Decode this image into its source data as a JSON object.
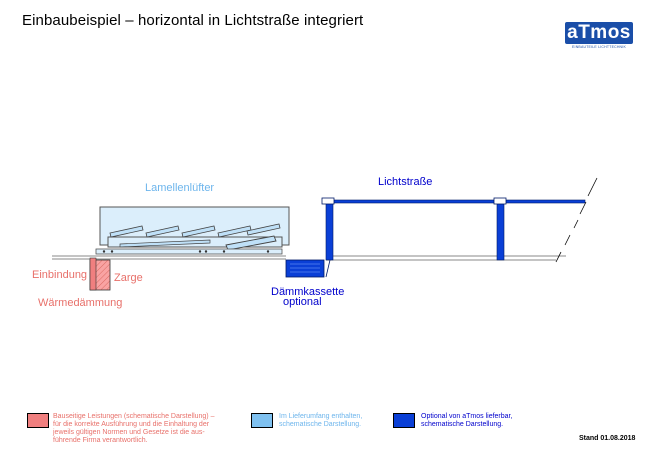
{
  "title": "Einbaubeispiel – horizontal in Lichtstraße integriert",
  "logo": {
    "word": "aTmos",
    "tagline": "EINBAUTEILE LICHTTECHNIK"
  },
  "labels": {
    "lamellenluefter": "Lamellenlüfter",
    "lichtstrasse": "Lichtstraße",
    "daemmkassette_line1": "Dämmkassette",
    "daemmkassette_line2": "optional",
    "einbindung": "Einbindung",
    "zarge": "Zarge",
    "waermedaemmung": "Wärmedämmung"
  },
  "legend": [
    {
      "line1": "Bauseitige Leistungen (schematische Darstellung) –",
      "line2": "für die korrekte Ausführung und die Einhaltung der",
      "line3": "jeweils gültigen Normen und Gesetze ist die aus-",
      "line4": "führende Firma verantwortlich.",
      "color": "#f07f7f"
    },
    {
      "line1": "Im Lieferumfang enthalten,",
      "line2": "schematische Darstellung.",
      "color": "#7fc1f0"
    },
    {
      "line1": "Optional von aTmos lieferbar,",
      "line2": "schematische Darstellung.",
      "color": "#0a3fd6"
    }
  ],
  "stand": "Stand 01.08.2018",
  "colors": {
    "site_work": "#e8706a",
    "scope": "#6db5ec",
    "optional": "#0000cc",
    "insulation": "#f9a3a3"
  }
}
